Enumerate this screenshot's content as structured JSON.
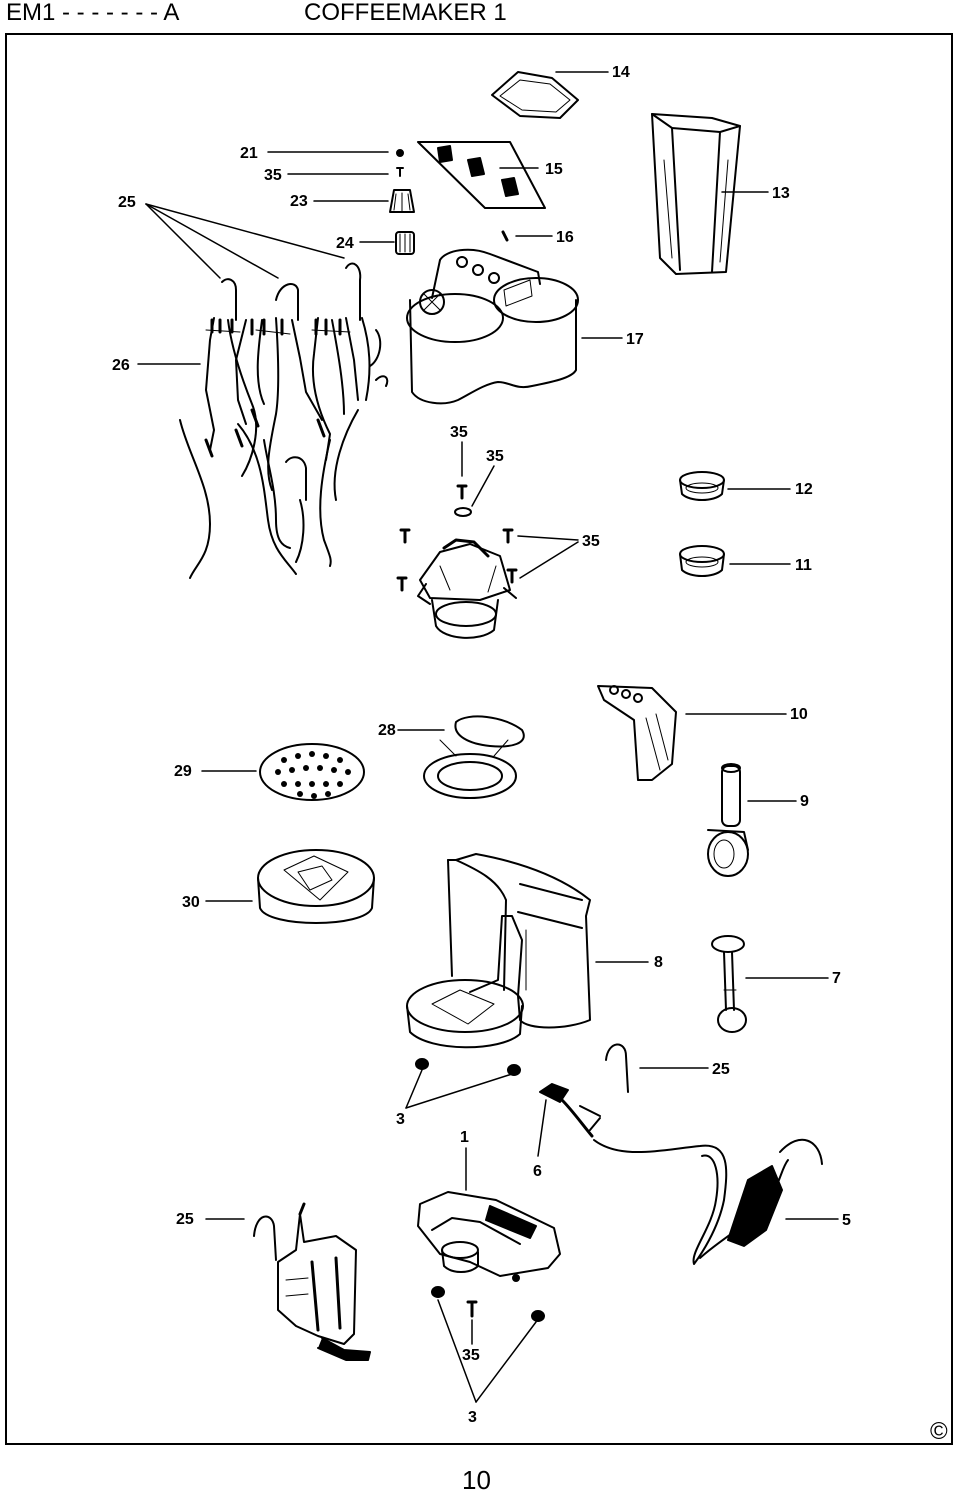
{
  "header": {
    "model_code": "EM1 - - - - - - - A",
    "title": "COFFEEMAKER 1"
  },
  "callouts": {
    "p14": "14",
    "p21": "21",
    "p35_a": "35",
    "p15": "15",
    "p13": "13",
    "p25_a": "25",
    "p23": "23",
    "p24": "24",
    "p16": "16",
    "p26": "26",
    "p17": "17",
    "p35_b": "35",
    "p35_c": "35",
    "p12": "12",
    "p35_d": "35",
    "p11": "11",
    "p10": "10",
    "p28": "28",
    "p29": "29",
    "p9": "9",
    "p30": "30",
    "p8": "8",
    "p7": "7",
    "p25_b": "25",
    "p3_a": "3",
    "p1": "1",
    "p6": "6",
    "p25_c": "25",
    "p5": "5",
    "p35_e": "35",
    "p3_b": "3"
  },
  "footer": {
    "copyright": "©",
    "page_number": "10"
  }
}
